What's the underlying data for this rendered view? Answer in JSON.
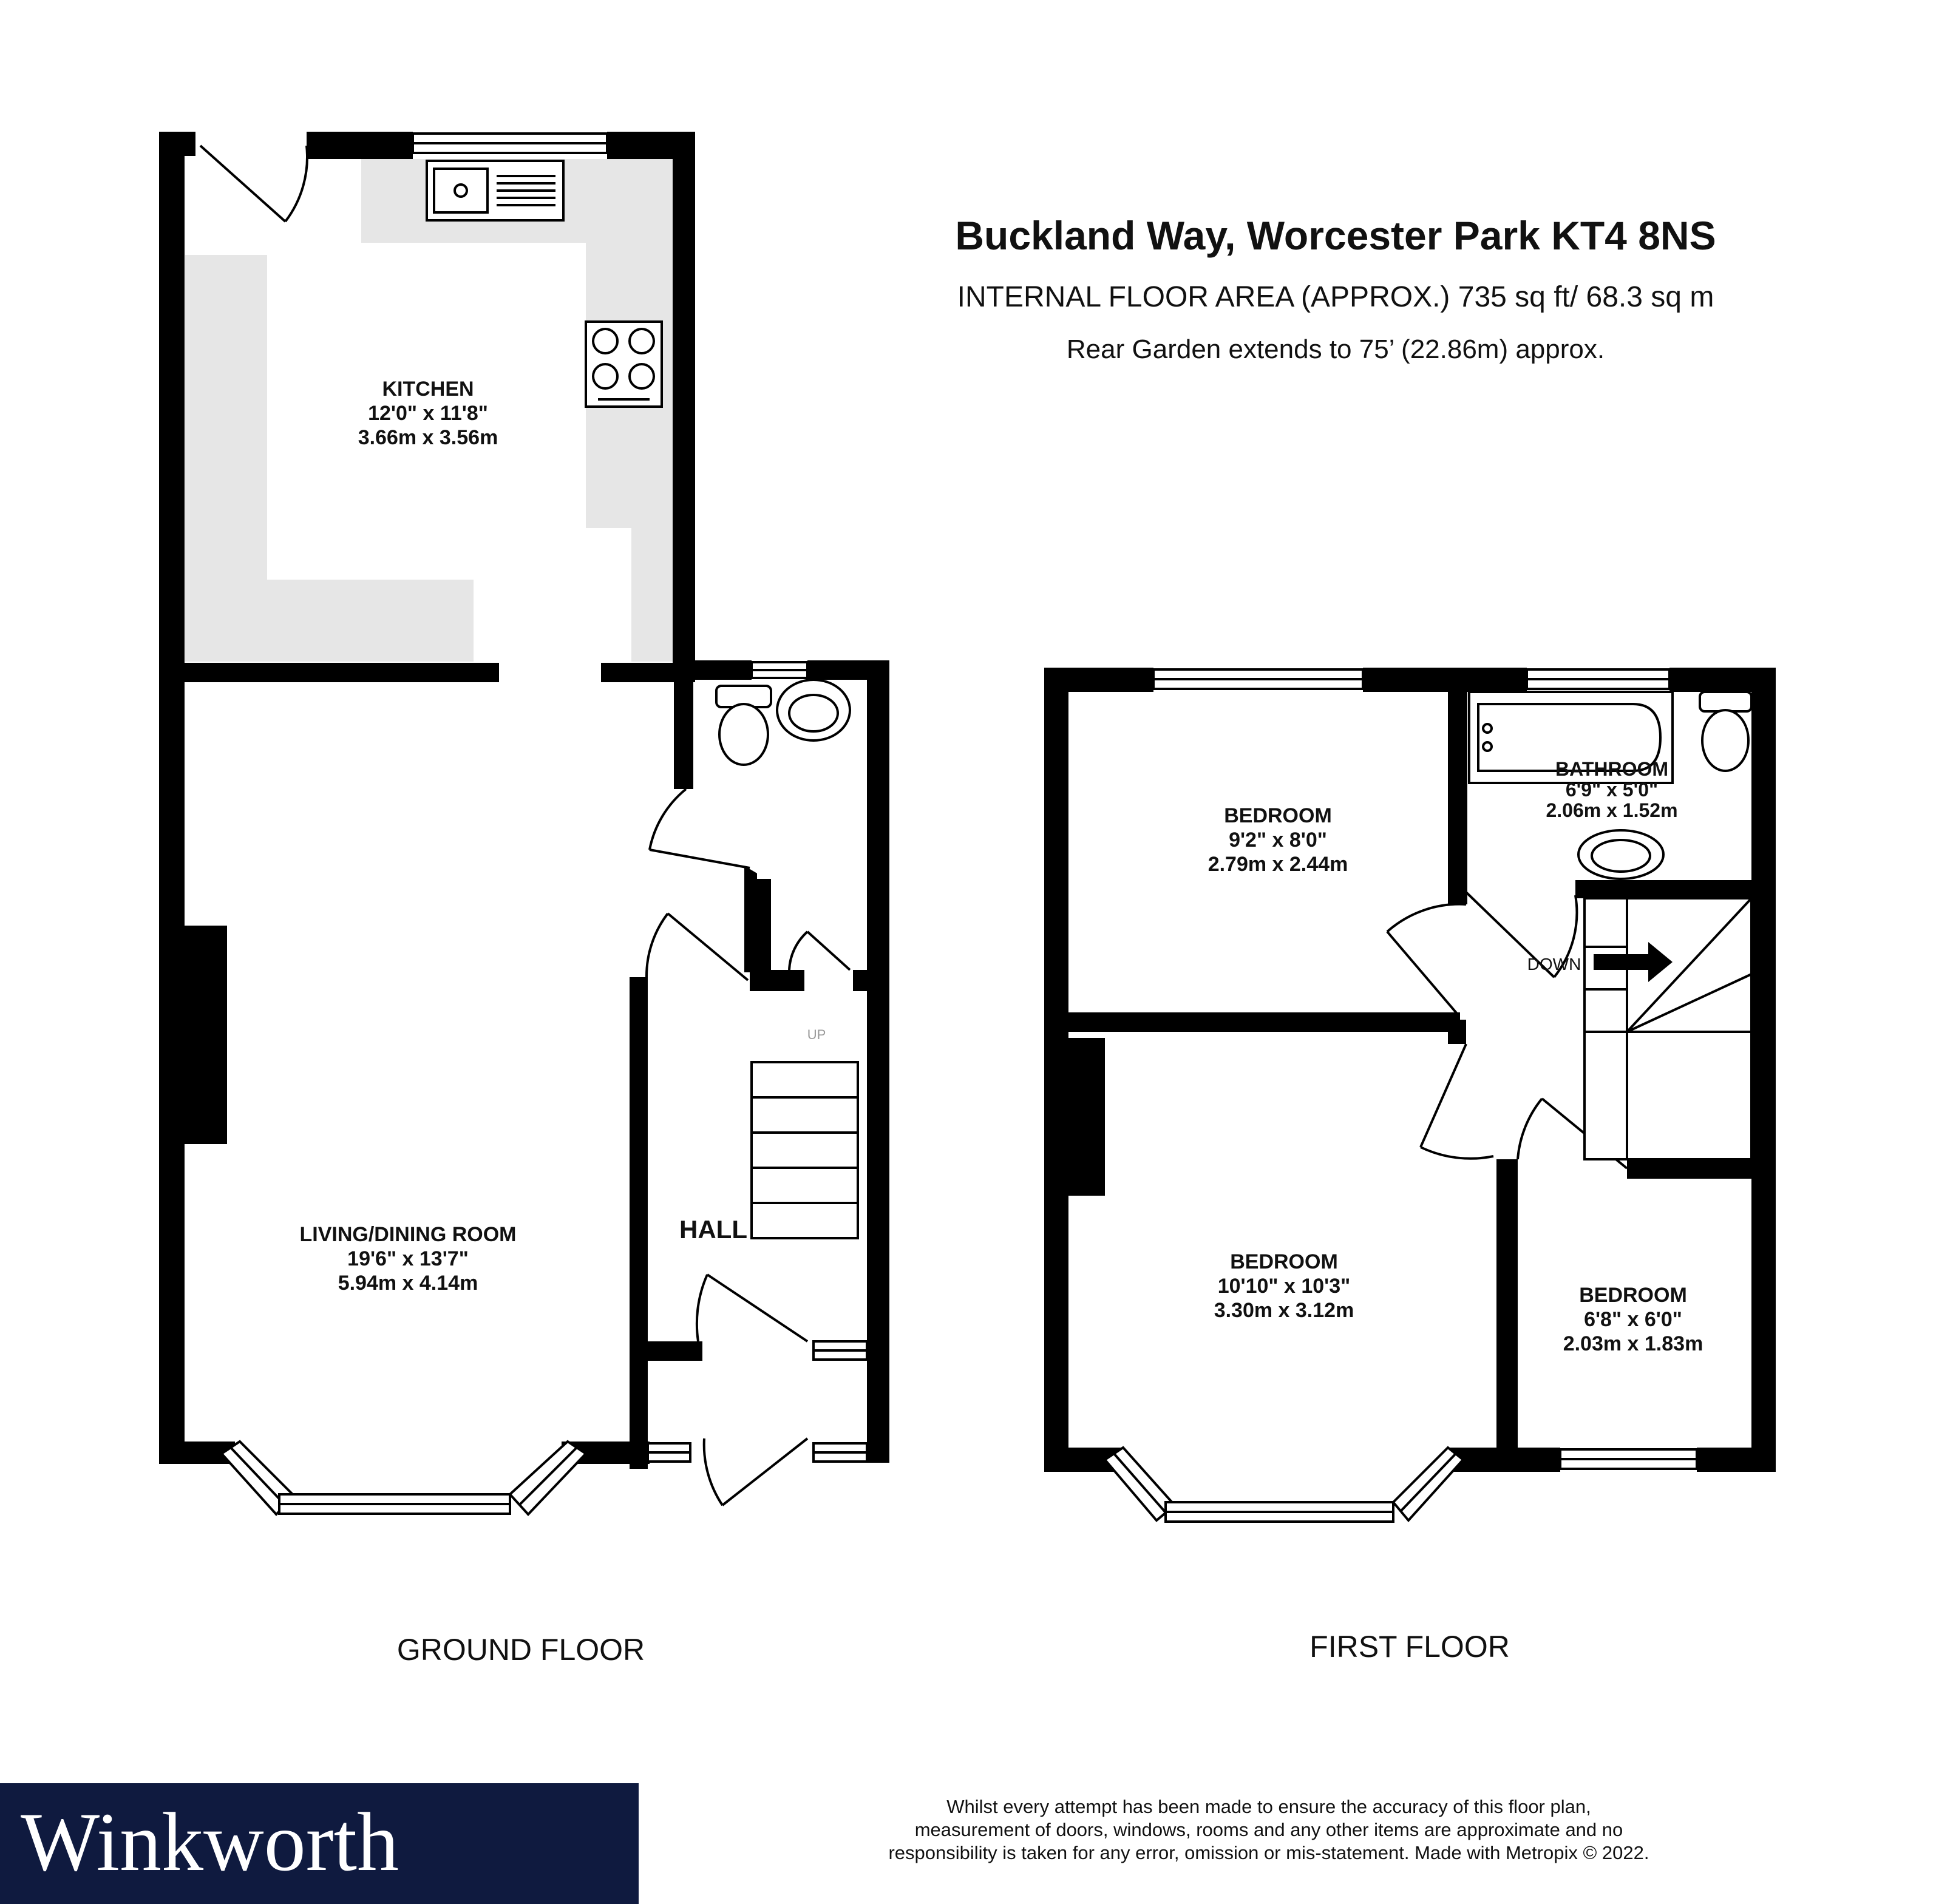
{
  "header": {
    "title": "Buckland Way, Worcester Park KT4 8NS",
    "area": "INTERNAL FLOOR AREA (APPROX.) 735 sq ft/ 68.3 sq m",
    "garden": "Rear Garden extends to 75’ (22.86m) approx."
  },
  "ground_floor": {
    "label": "GROUND FLOOR",
    "kitchen": {
      "name": "KITCHEN",
      "imperial": "12'0\"  x 11'8\"",
      "metric": "3.66m  x 3.56m"
    },
    "living": {
      "name": "LIVING/DINING ROOM",
      "imperial": "19'6\"  x 13'7\"",
      "metric": "5.94m  x 4.14m"
    },
    "hall": {
      "name": "HALL"
    },
    "stairs_note": "UP"
  },
  "first_floor": {
    "label": "FIRST FLOOR",
    "bedroom_rear": {
      "name": "BEDROOM",
      "imperial": "9'2\"  x 8'0\"",
      "metric": "2.79m  x 2.44m"
    },
    "bathroom": {
      "name": "BATHROOM",
      "imperial": "6'9\"  x 5'0\"",
      "metric": "2.06m  x 1.52m"
    },
    "bedroom_front": {
      "name": "BEDROOM",
      "imperial": "10'10\"  x 10'3\"",
      "metric": "3.30m  x 3.12m"
    },
    "bedroom_small": {
      "name": "BEDROOM",
      "imperial": "6'8\"  x 6'0\"",
      "metric": "2.03m  x 1.83m"
    },
    "stairs_note": "DOWN"
  },
  "brand": {
    "name": "Winkworth",
    "color": "#0f1a3f"
  },
  "disclaimer": [
    "Whilst every attempt has been made to ensure the accuracy of this floor plan,",
    "measurement of doors, windows, rooms and any other items are approximate and no",
    "responsibility is taken for any error, omission or mis-statement. Made with Metropix © 2022."
  ]
}
